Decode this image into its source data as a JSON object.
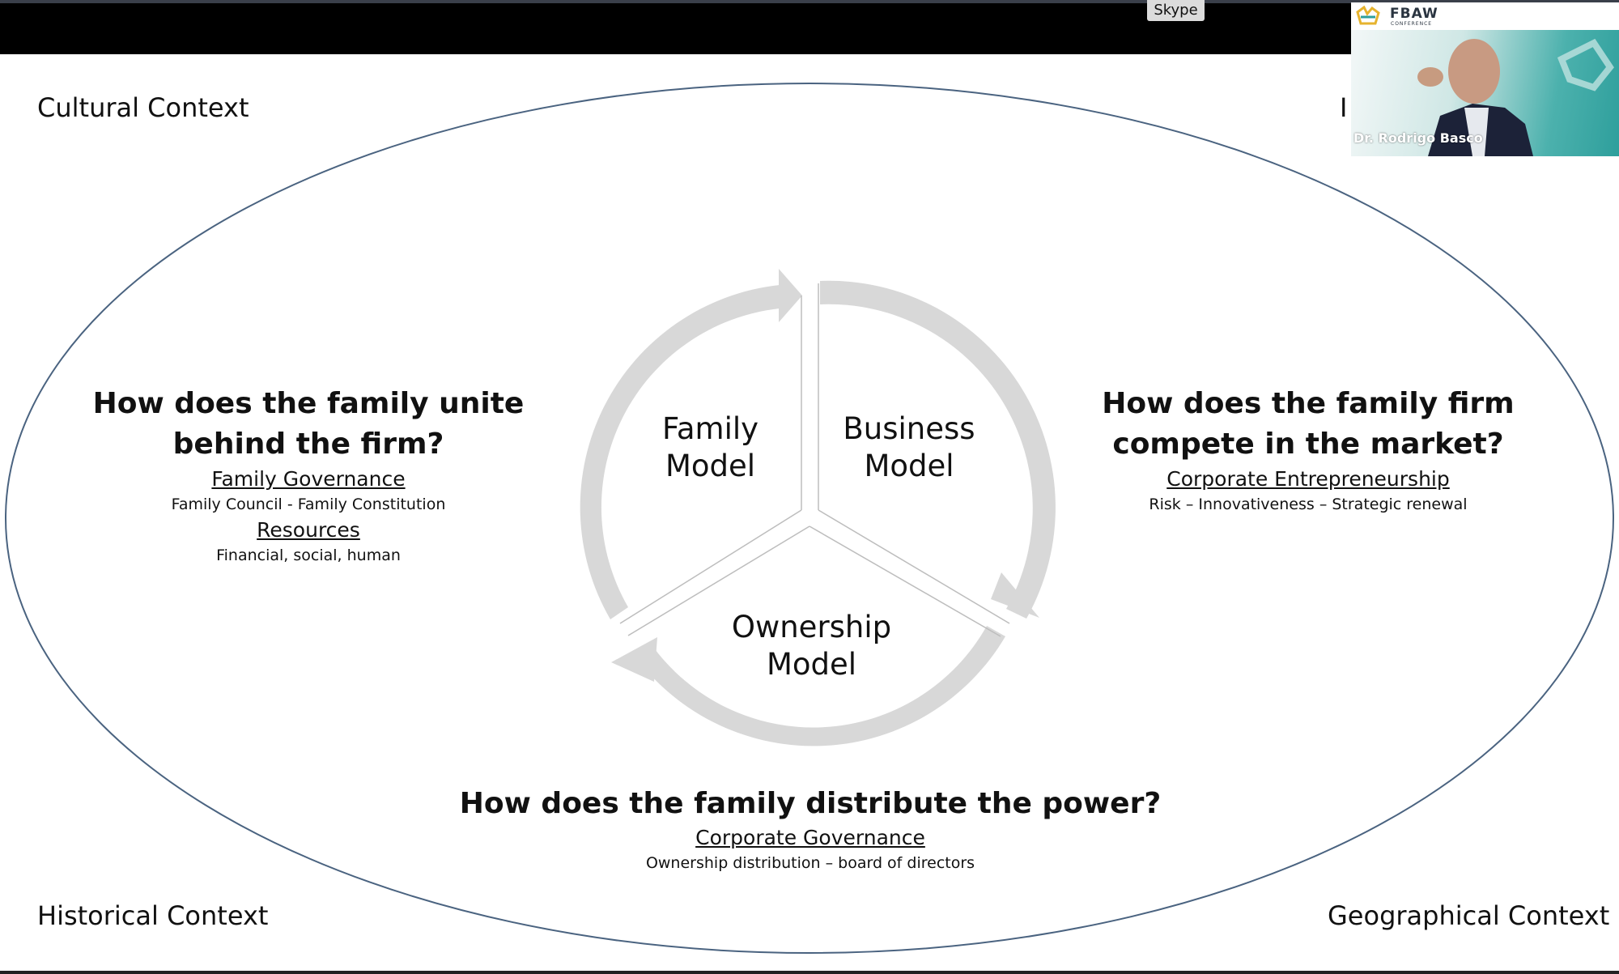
{
  "window": {
    "skype_label": "Skype"
  },
  "contexts": {
    "cultural": "Cultural Context",
    "institutional_partial": "I",
    "historical": "Historical Context",
    "geographical": "Geographical Context"
  },
  "models": {
    "family": "Family\nModel",
    "business": "Business\nModel",
    "ownership": "Ownership\nModel"
  },
  "left_block": {
    "question": "How does the family unite behind the firm?",
    "heading1": "Family Governance",
    "text1": "Family Council - Family Constitution",
    "heading2": "Resources",
    "text2": "Financial, social, human"
  },
  "right_block": {
    "question": "How does the family firm compete in the market?",
    "heading": "Corporate Entrepreneurship",
    "text": "Risk – Innovativeness – Strategic renewal"
  },
  "bottom_block": {
    "question": "How does the family distribute the power?",
    "heading": "Corporate Governance",
    "text": "Ownership distribution – board of directors"
  },
  "video": {
    "logo_text": "FBAW",
    "logo_sub": "CONFERENCE",
    "speaker_name": "Dr. Rodrigo Basco"
  },
  "colors": {
    "ellipse_stroke": "#4a6380",
    "cycle_arrow": "#d8d8d8",
    "brand_teal": "#2e9f9c",
    "brand_gold": "#e6b32e"
  },
  "icons": [
    "fbaw-logo-icon"
  ]
}
